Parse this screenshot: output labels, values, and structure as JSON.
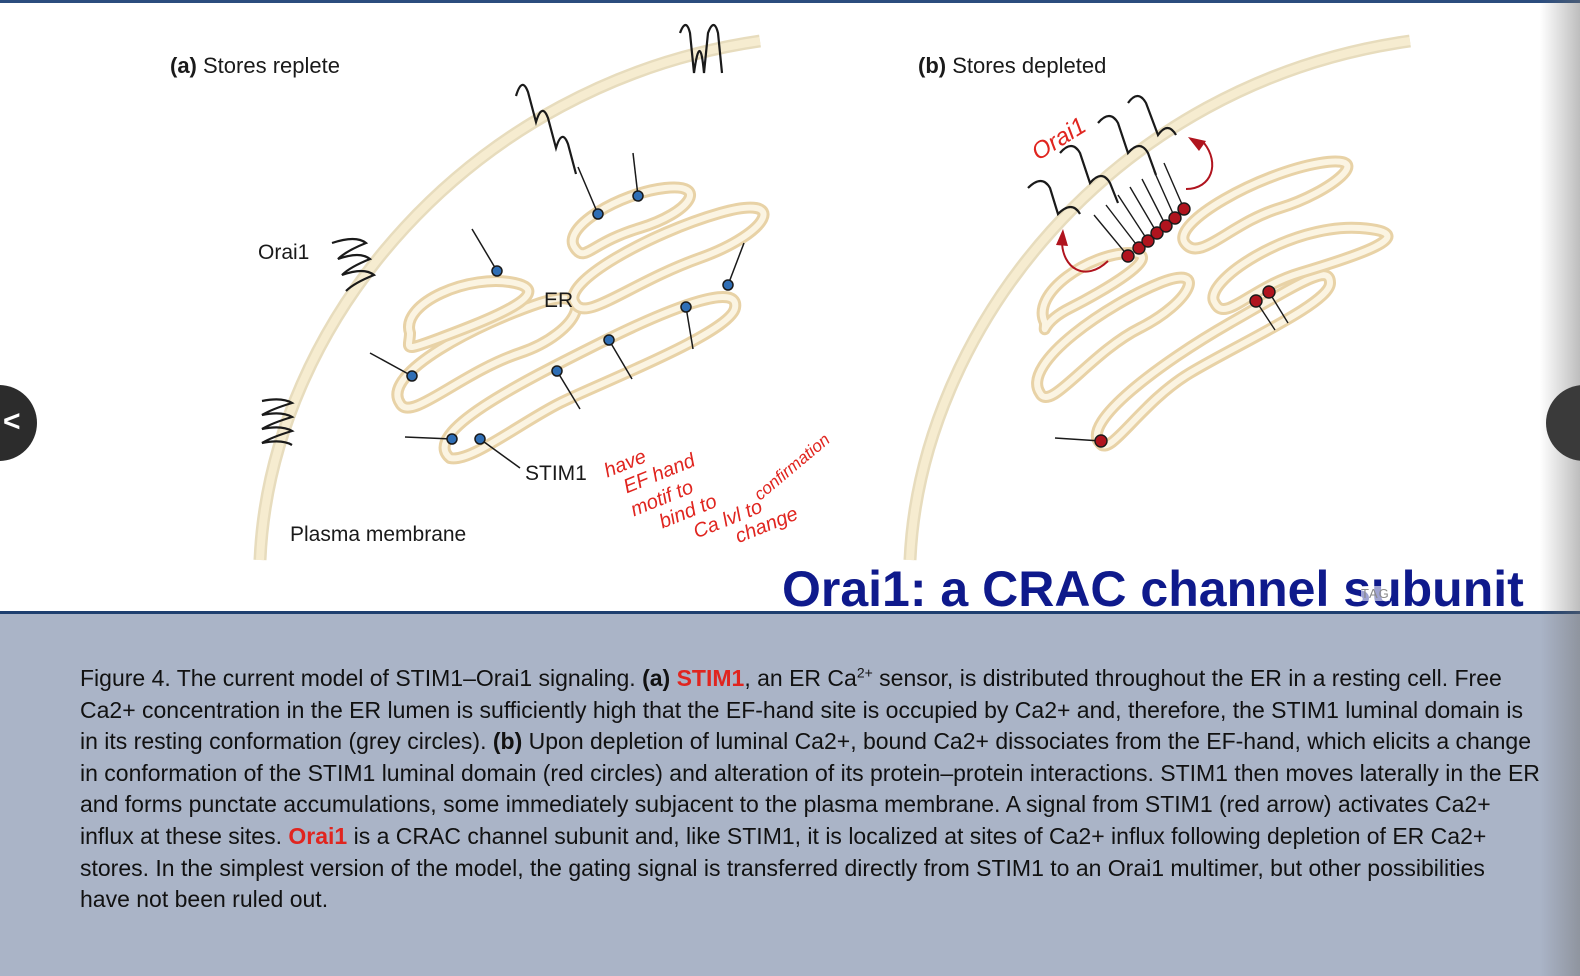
{
  "panel_a": {
    "title_bold": "(a)",
    "title_rest": " Stores replete",
    "label_orai": "Orai1",
    "label_er": "ER",
    "label_stim": "STIM1",
    "label_membrane": "Plasma membrane"
  },
  "panel_b": {
    "title_bold": "(b)",
    "title_rest": " Stores depleted"
  },
  "annotations": {
    "handwritten_orai": "Orai1",
    "handwritten_note_lines": [
      "have",
      "EF hand",
      "motif to",
      "bind to",
      "Ca lvl to",
      "change"
    ],
    "handwritten_confirmation": "confirmation"
  },
  "slide_title": "Orai1: a CRAC channel subunit",
  "title_tag": "TAG",
  "caption": {
    "part1": "Figure 4. The current model of STIM1–Orai1 signaling. ",
    "a_label": "(a)",
    "stim_term": "STIM1",
    "part2": ", an ER Ca",
    "sup": "2+",
    "part3": " sensor, is distributed throughout the ER in a resting cell. Free Ca2+ concentration in the ER lumen is sufficiently high that the EF-hand site is occupied by Ca2+ and, therefore, the STIM1 luminal domain is in its resting conformation (grey circles). ",
    "b_label": "(b)",
    "part4": " Upon depletion of luminal Ca2+, bound Ca2+ dissociates from the EF-hand, which elicits a change in conformation of the STIM1 luminal domain (red circles) and alteration of its protein–protein interactions. STIM1 then moves laterally in the ER and forms punctate accumulations, some immediately subjacent to the plasma membrane. A signal from STIM1 (red arrow) activates Ca2+ influx at these sites. ",
    "orai_term": "Orai1",
    "part5": " is a CRAC channel subunit and, like STIM1, it is localized at sites of Ca2+ influx following depletion of ER Ca2+ stores. In the simplest version of the model, the gating signal is transferred directly from STIM1 to an Orai1 multimer, but other possibilities have not been ruled out."
  },
  "colors": {
    "title": "#0f1a8c",
    "ink_red": "#e0251f",
    "stim_blue": "#2f6eb5",
    "stim_red": "#b0141e",
    "membrane_fill": "#f6ecd0"
  },
  "icons": [
    "chevron-left-icon",
    "chevron-right-icon"
  ]
}
